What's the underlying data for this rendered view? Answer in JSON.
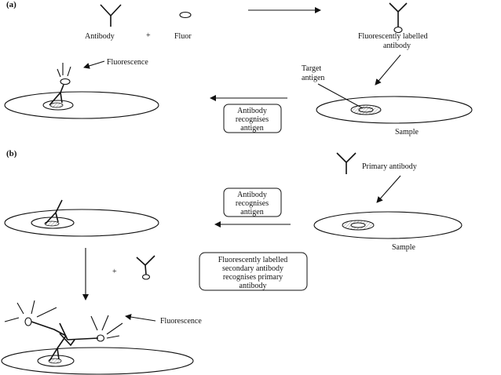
{
  "panel_a": {
    "label": "(a)",
    "antibody": "Antibody",
    "plus": "+",
    "fluor": "Fluor",
    "labelled_line1": "Fluorescently labelled",
    "labelled_line2": "antibody",
    "target_line1": "Target",
    "target_line2": "antigen",
    "sample": "Sample",
    "recognises_line1": "Antibody",
    "recognises_line2": "recognises",
    "recognises_line3": "antigen",
    "fluorescence": "Fluorescence"
  },
  "panel_b": {
    "label": "(b)",
    "primary": "Primary antibody",
    "recognises_line1": "Antibody",
    "recognises_line2": "recognises",
    "recognises_line3": "antigen",
    "sample": "Sample",
    "plus": "+",
    "secondary_line1": "Fluorescently labelled",
    "secondary_line2": "secondary antibody",
    "secondary_line3": "recognises primary",
    "secondary_line4": "antibody",
    "fluorescence": "Fluorescence"
  }
}
